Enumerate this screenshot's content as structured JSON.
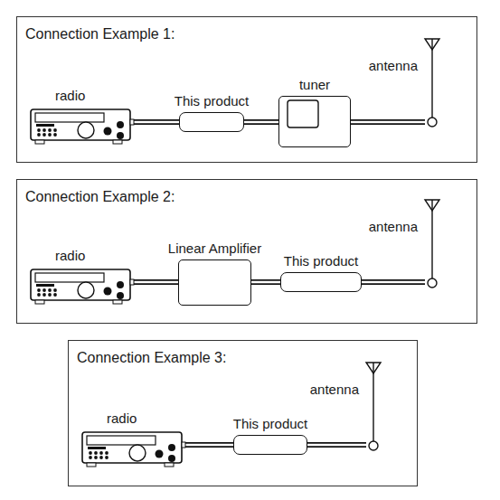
{
  "diagram": {
    "nodes": [
      {
        "text": [
          "Connection Example 1:"
        ]
      },
      {
        "text": [
          "radio"
        ],
        "in": 0
      },
      {
        "text": [
          "This product"
        ],
        "in": 0
      },
      {
        "text": [
          "tuner"
        ],
        "in": 0
      },
      {
        "text": [
          "antenna"
        ],
        "in": 0
      },
      {
        "text": [
          "Connection Example 2:"
        ]
      },
      {
        "text": [
          "radio"
        ],
        "in": 5
      },
      {
        "text": [
          "Linear Amplifier"
        ],
        "in": 5
      },
      {
        "text": [
          "This product"
        ],
        "in": 5
      },
      {
        "text": [
          "antenna"
        ],
        "in": 5
      },
      {
        "text": [
          "Connection Example 3:"
        ]
      },
      {
        "text": [
          "radio"
        ],
        "in": 10
      },
      {
        "text": [
          "This product"
        ],
        "in": 10
      },
      {
        "text": [
          "antenna"
        ],
        "in": 10
      }
    ],
    "edges": [
      {
        "from": 1,
        "to": 2,
        "arrow": "none"
      },
      {
        "from": 2,
        "to": 3,
        "arrow": "none"
      },
      {
        "from": 3,
        "to": 4,
        "arrow": "none"
      },
      {
        "from": 6,
        "to": 7,
        "arrow": "none"
      },
      {
        "from": 7,
        "to": 8,
        "arrow": "none"
      },
      {
        "from": 8,
        "to": 9,
        "arrow": "none"
      },
      {
        "from": 11,
        "to": 12,
        "arrow": "none"
      },
      {
        "from": 12,
        "to": 13,
        "arrow": "none"
      }
    ]
  }
}
